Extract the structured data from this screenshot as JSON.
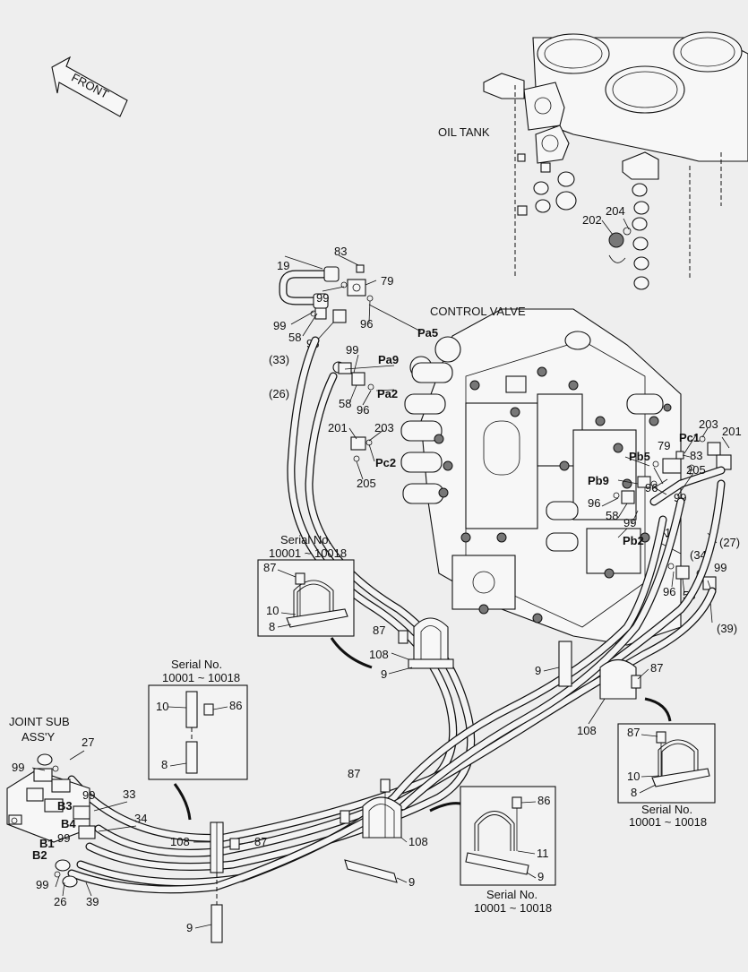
{
  "labels": {
    "front": "FRONT",
    "oil_tank": "OIL TANK",
    "control_valve": "CONTROL VALVE",
    "joint_sub_1": "JOINT SUB",
    "joint_sub_2": "ASS'Y",
    "serial_label": "Serial No.",
    "serial_range": "10001 ~ 10018"
  },
  "ports": [
    "Pa5",
    "Pa9",
    "Pa2",
    "Pc2",
    "Pc1",
    "Pb5",
    "Pb9",
    "Pb2",
    "B1",
    "B2",
    "B3",
    "B4"
  ],
  "part_numbers": [
    "19",
    "83",
    "79",
    "99",
    "58",
    "96",
    "(33)",
    "(26)",
    "201",
    "203",
    "205",
    "202",
    "204",
    "(27)",
    "(34)",
    "(39)",
    "87",
    "10",
    "8",
    "108",
    "9",
    "86",
    "11",
    "27",
    "33",
    "34",
    "26",
    "39"
  ]
}
